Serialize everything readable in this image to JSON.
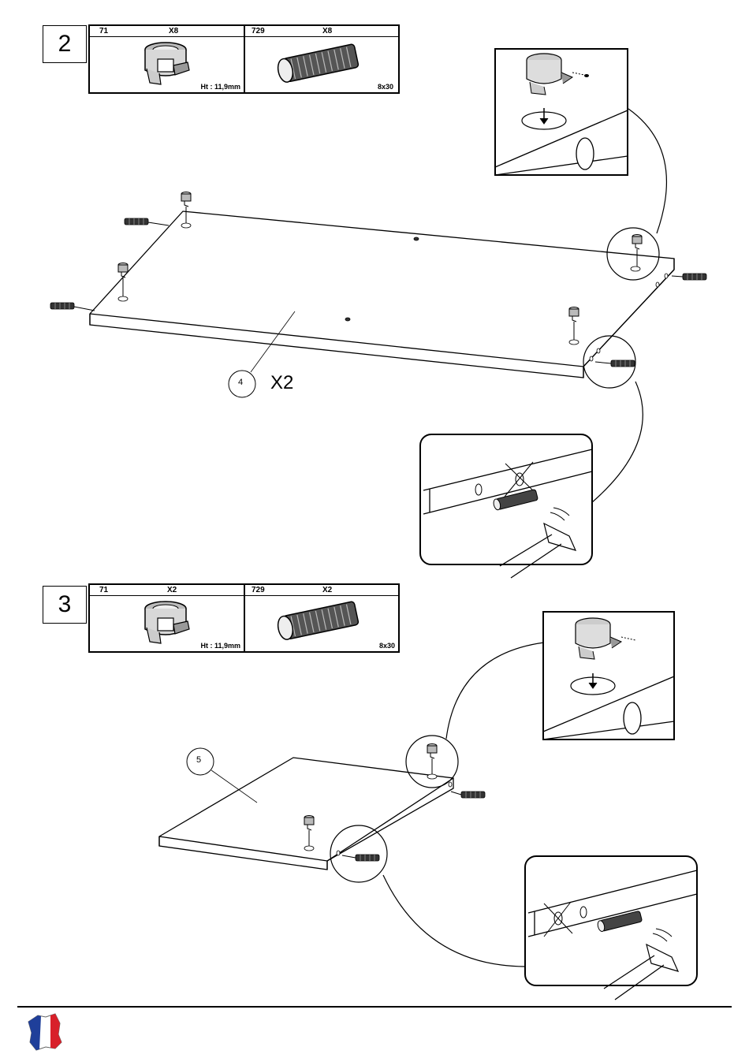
{
  "steps": [
    {
      "number": "2",
      "parts": [
        {
          "ref": "71",
          "qty": "X8",
          "note": "Ht : 11,9mm",
          "icon": "cam-lock-icon"
        },
        {
          "ref": "729",
          "qty": "X8",
          "note": "8x30",
          "icon": "wood-dowel-icon"
        }
      ],
      "panel_label": "4",
      "panel_count": "X2"
    },
    {
      "number": "3",
      "parts": [
        {
          "ref": "71",
          "qty": "X2",
          "note": "Ht : 11,9mm",
          "icon": "cam-lock-icon"
        },
        {
          "ref": "729",
          "qty": "X2",
          "note": "8x30",
          "icon": "wood-dowel-icon"
        }
      ],
      "panel_label": "5"
    }
  ],
  "footer": {
    "flag_icon": "france-map-flag-icon",
    "flag_colors": [
      "#1f3f9a",
      "#ffffff",
      "#d8202a"
    ]
  }
}
